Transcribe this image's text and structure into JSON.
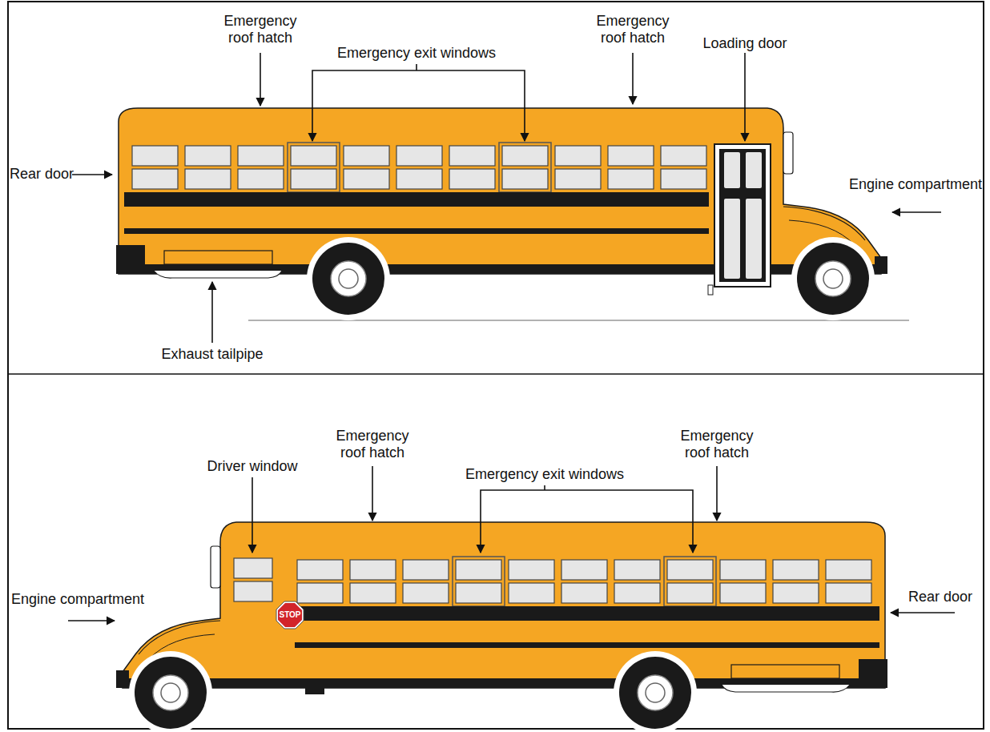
{
  "diagram": {
    "labels": [
      "Emergency roof hatch",
      "Emergency roof hatch",
      "Emergency exit windows",
      "Loading door",
      "Rear door",
      "Engine compartment",
      "Exhaust tailpipe",
      "Emergency roof hatch",
      "Emergency roof hatch",
      "Driver window",
      "Emergency exit windows",
      "Engine compartment",
      "Rear door",
      "STOP"
    ]
  }
}
